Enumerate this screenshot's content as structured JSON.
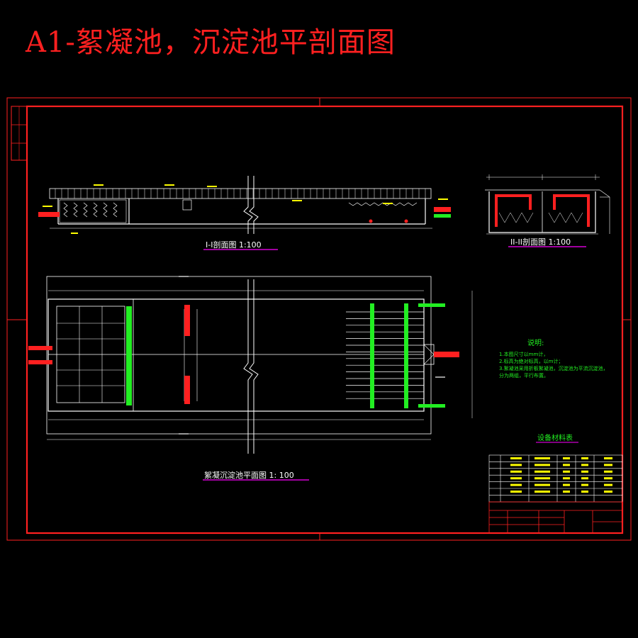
{
  "title": "A1-絮凝池，沉淀池平剖面图",
  "section_1": {
    "label": "I-I剖面图 1:100"
  },
  "section_2": {
    "label": "II-II剖面图 1:100"
  },
  "plan": {
    "label": "絮凝沉淀池平面图  1: 100"
  },
  "notes": {
    "heading": "说明:",
    "lines": [
      "1.本图尺寸以mm计，",
      "2.标高为绝对标高，以m计；",
      "3.絮凝池采用折板絮凝池，沉淀池为平流沉淀池，",
      "分为两组，平行布置。"
    ]
  },
  "equipment": {
    "title": "设备材料表"
  },
  "colors": {
    "background": "#000000",
    "frame": "#ff2020",
    "structure": "#ffffff",
    "pipe_red": "#ff2020",
    "pipe_green": "#22ee22",
    "text_yellow": "#ffff00",
    "text_green": "#22ee22",
    "underline_magenta": "#ff00ff",
    "dim_cyan": "#00ffff"
  }
}
